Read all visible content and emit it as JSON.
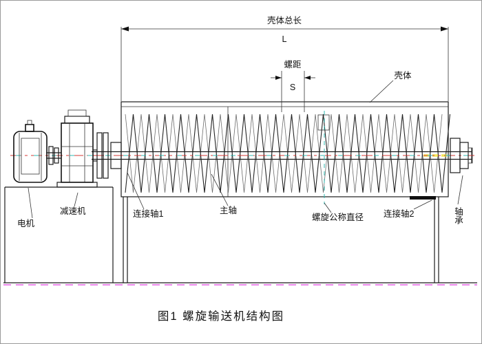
{
  "diagram": {
    "caption": "图1 螺旋输送机结构图",
    "dim": {
      "total_label": "壳体总长",
      "total_symbol": "L",
      "pitch_label": "螺距",
      "pitch_symbol": "S"
    },
    "labels": {
      "shell": "壳体",
      "motor": "电机",
      "reducer": "减速机",
      "coupling1": "连接轴1",
      "main_shaft": "主轴",
      "screw_diameter": "螺旋公称直径",
      "coupling2": "连接轴2",
      "bearing": "轴承"
    },
    "colors": {
      "line": "#1a1a1a",
      "centerline_red": "#d43a35",
      "centerline_cyan": "#2fb8b0",
      "diameter_cyan": "#2fb8b0",
      "ground_magenta": "#df3fdf",
      "highlight_yellow": "#f2e23a"
    }
  }
}
